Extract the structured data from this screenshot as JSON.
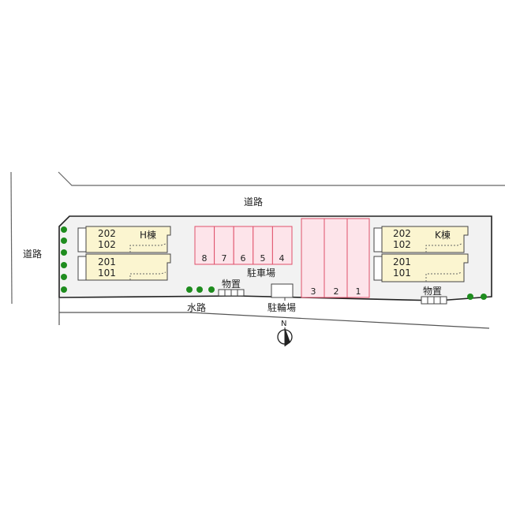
{
  "map": {
    "roads": {
      "north": "道路",
      "west": "道路",
      "waterway": "水路"
    },
    "buildings": [
      {
        "name": "H棟",
        "units_top": [
          "202",
          "102"
        ],
        "units_bottom": [
          "201",
          "101"
        ]
      },
      {
        "name": "K棟",
        "units_top": [
          "202",
          "102"
        ],
        "units_bottom": [
          "201",
          "101"
        ]
      }
    ],
    "parking": {
      "label": "駐車場",
      "left_spaces": [
        "8",
        "7",
        "6",
        "5",
        "4"
      ],
      "right_spaces": [
        "3",
        "2",
        "1"
      ]
    },
    "storage_left": "物置",
    "storage_right": "物置",
    "bicycle_parking": "駐輪場",
    "compass": "N",
    "colors": {
      "building_fill": "#fbf5d0",
      "parking_fill": "#fde4ea",
      "parking_stroke": "#e0506a",
      "lot_fill": "#f2f2f2",
      "tree": "#1e8c1e"
    }
  }
}
